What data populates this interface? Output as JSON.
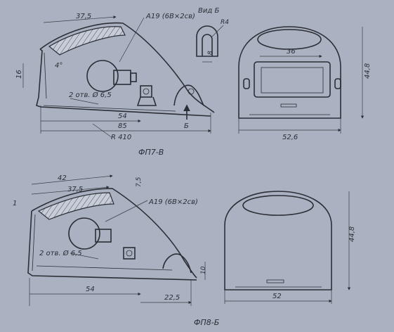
{
  "drawing_1": {
    "caption": "ФП7-В",
    "view_label": "Вид Б",
    "lamp_label": "А19 (6В×2св)",
    "holes_label": "2 отв. Ø 6,5",
    "radius_label": "R 410",
    "arrow_label": "Б",
    "dims": {
      "top_width": "37,5",
      "left_height": "16",
      "angle": "4°",
      "inner_len": "54",
      "overall_len": "85",
      "view_radius": "R4",
      "view_width": "8",
      "lens_width": "36",
      "front_height": "44,8",
      "front_width": "52,6"
    }
  },
  "drawing_2": {
    "caption": "ФП8-Б",
    "lamp_label": "А19 (6В×2св)",
    "holes_label": "2 отв. Ø 6,5",
    "dims": {
      "top_outer": "42",
      "top_inner": "37,5",
      "corner": "7,5",
      "side_height": "10",
      "inner_len": "54",
      "tail_len": "22,5",
      "front_height": "44,8",
      "front_width": "52"
    }
  },
  "margin_mark": "1"
}
